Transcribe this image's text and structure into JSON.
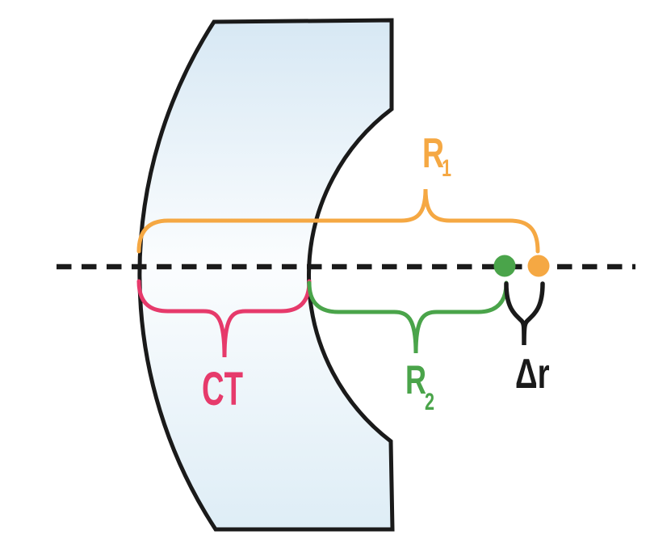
{
  "colors": {
    "ink": "#1a1a1a",
    "orange": "#f5a843",
    "green": "#4aa44a",
    "pink": "#e63a6b",
    "lens_fill_top": "#d7e8f4",
    "lens_fill_mid": "#fbfdfe",
    "lens_fill_bottom": "#deedf6"
  },
  "labels": {
    "r1": {
      "main": "R",
      "sub": "1"
    },
    "r2": {
      "main": "R",
      "sub": "2"
    },
    "ct": {
      "text": "CT"
    },
    "delta_r": {
      "text": "Δr"
    }
  },
  "elements": {
    "lens": "meniscus-lens-cross-section",
    "axis": "optical-axis-dashed-line",
    "r1_center_dot": "orange-center-of-curvature-dot",
    "r2_center_dot": "green-center-of-curvature-dot"
  }
}
